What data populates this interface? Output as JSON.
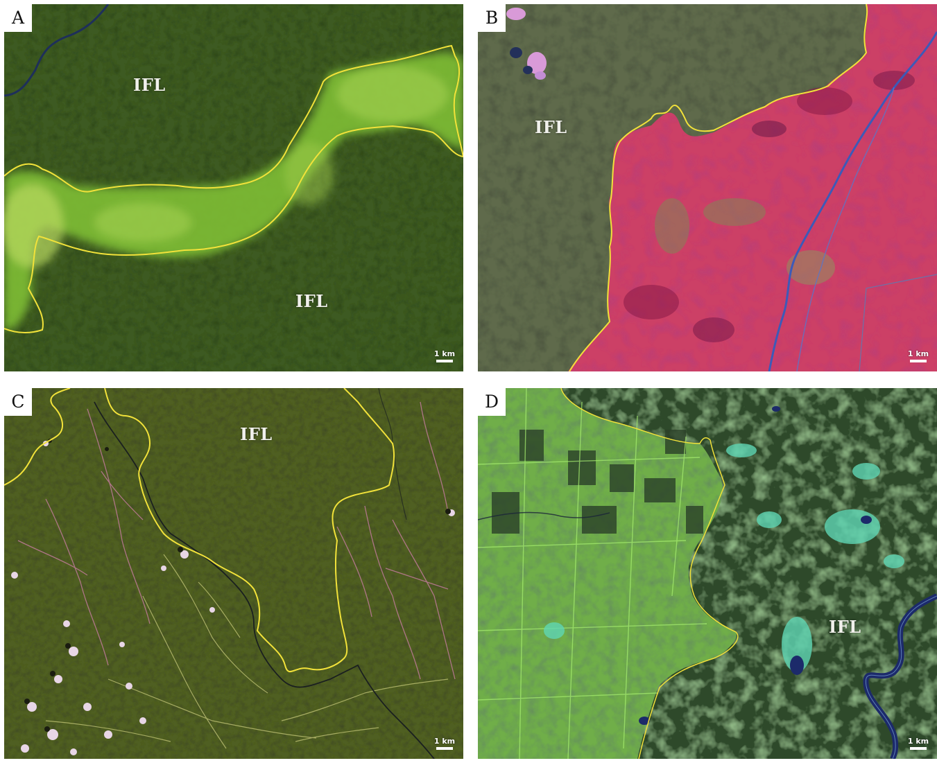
{
  "panels": [
    {
      "letter": "A",
      "ifl_labels": [
        "IFL",
        "IFL"
      ],
      "scale_label": "1 km"
    },
    {
      "letter": "B",
      "ifl_labels": [
        "IFL"
      ],
      "scale_label": "1 km"
    },
    {
      "letter": "C",
      "ifl_labels": [
        "IFL"
      ],
      "scale_label": "1 km"
    },
    {
      "letter": "D",
      "ifl_labels": [
        "IFL"
      ],
      "scale_label": "1 km"
    }
  ],
  "colors": {
    "boundary_line": "#f2e23a",
    "panel_a_forest": "#3e5a22",
    "panel_a_clearing": "#9edc4a",
    "panel_b_forest": "#5e6a4c",
    "panel_b_disturbed": "#d84468",
    "panel_b_river": "#3c5ab8",
    "panel_c_forest": "#4f5e24",
    "panel_c_roads": "#c07a9a",
    "panel_d_forest": "#2f4a2a",
    "panel_d_logged": "#86c85a",
    "panel_d_river": "#1c2a6a"
  }
}
